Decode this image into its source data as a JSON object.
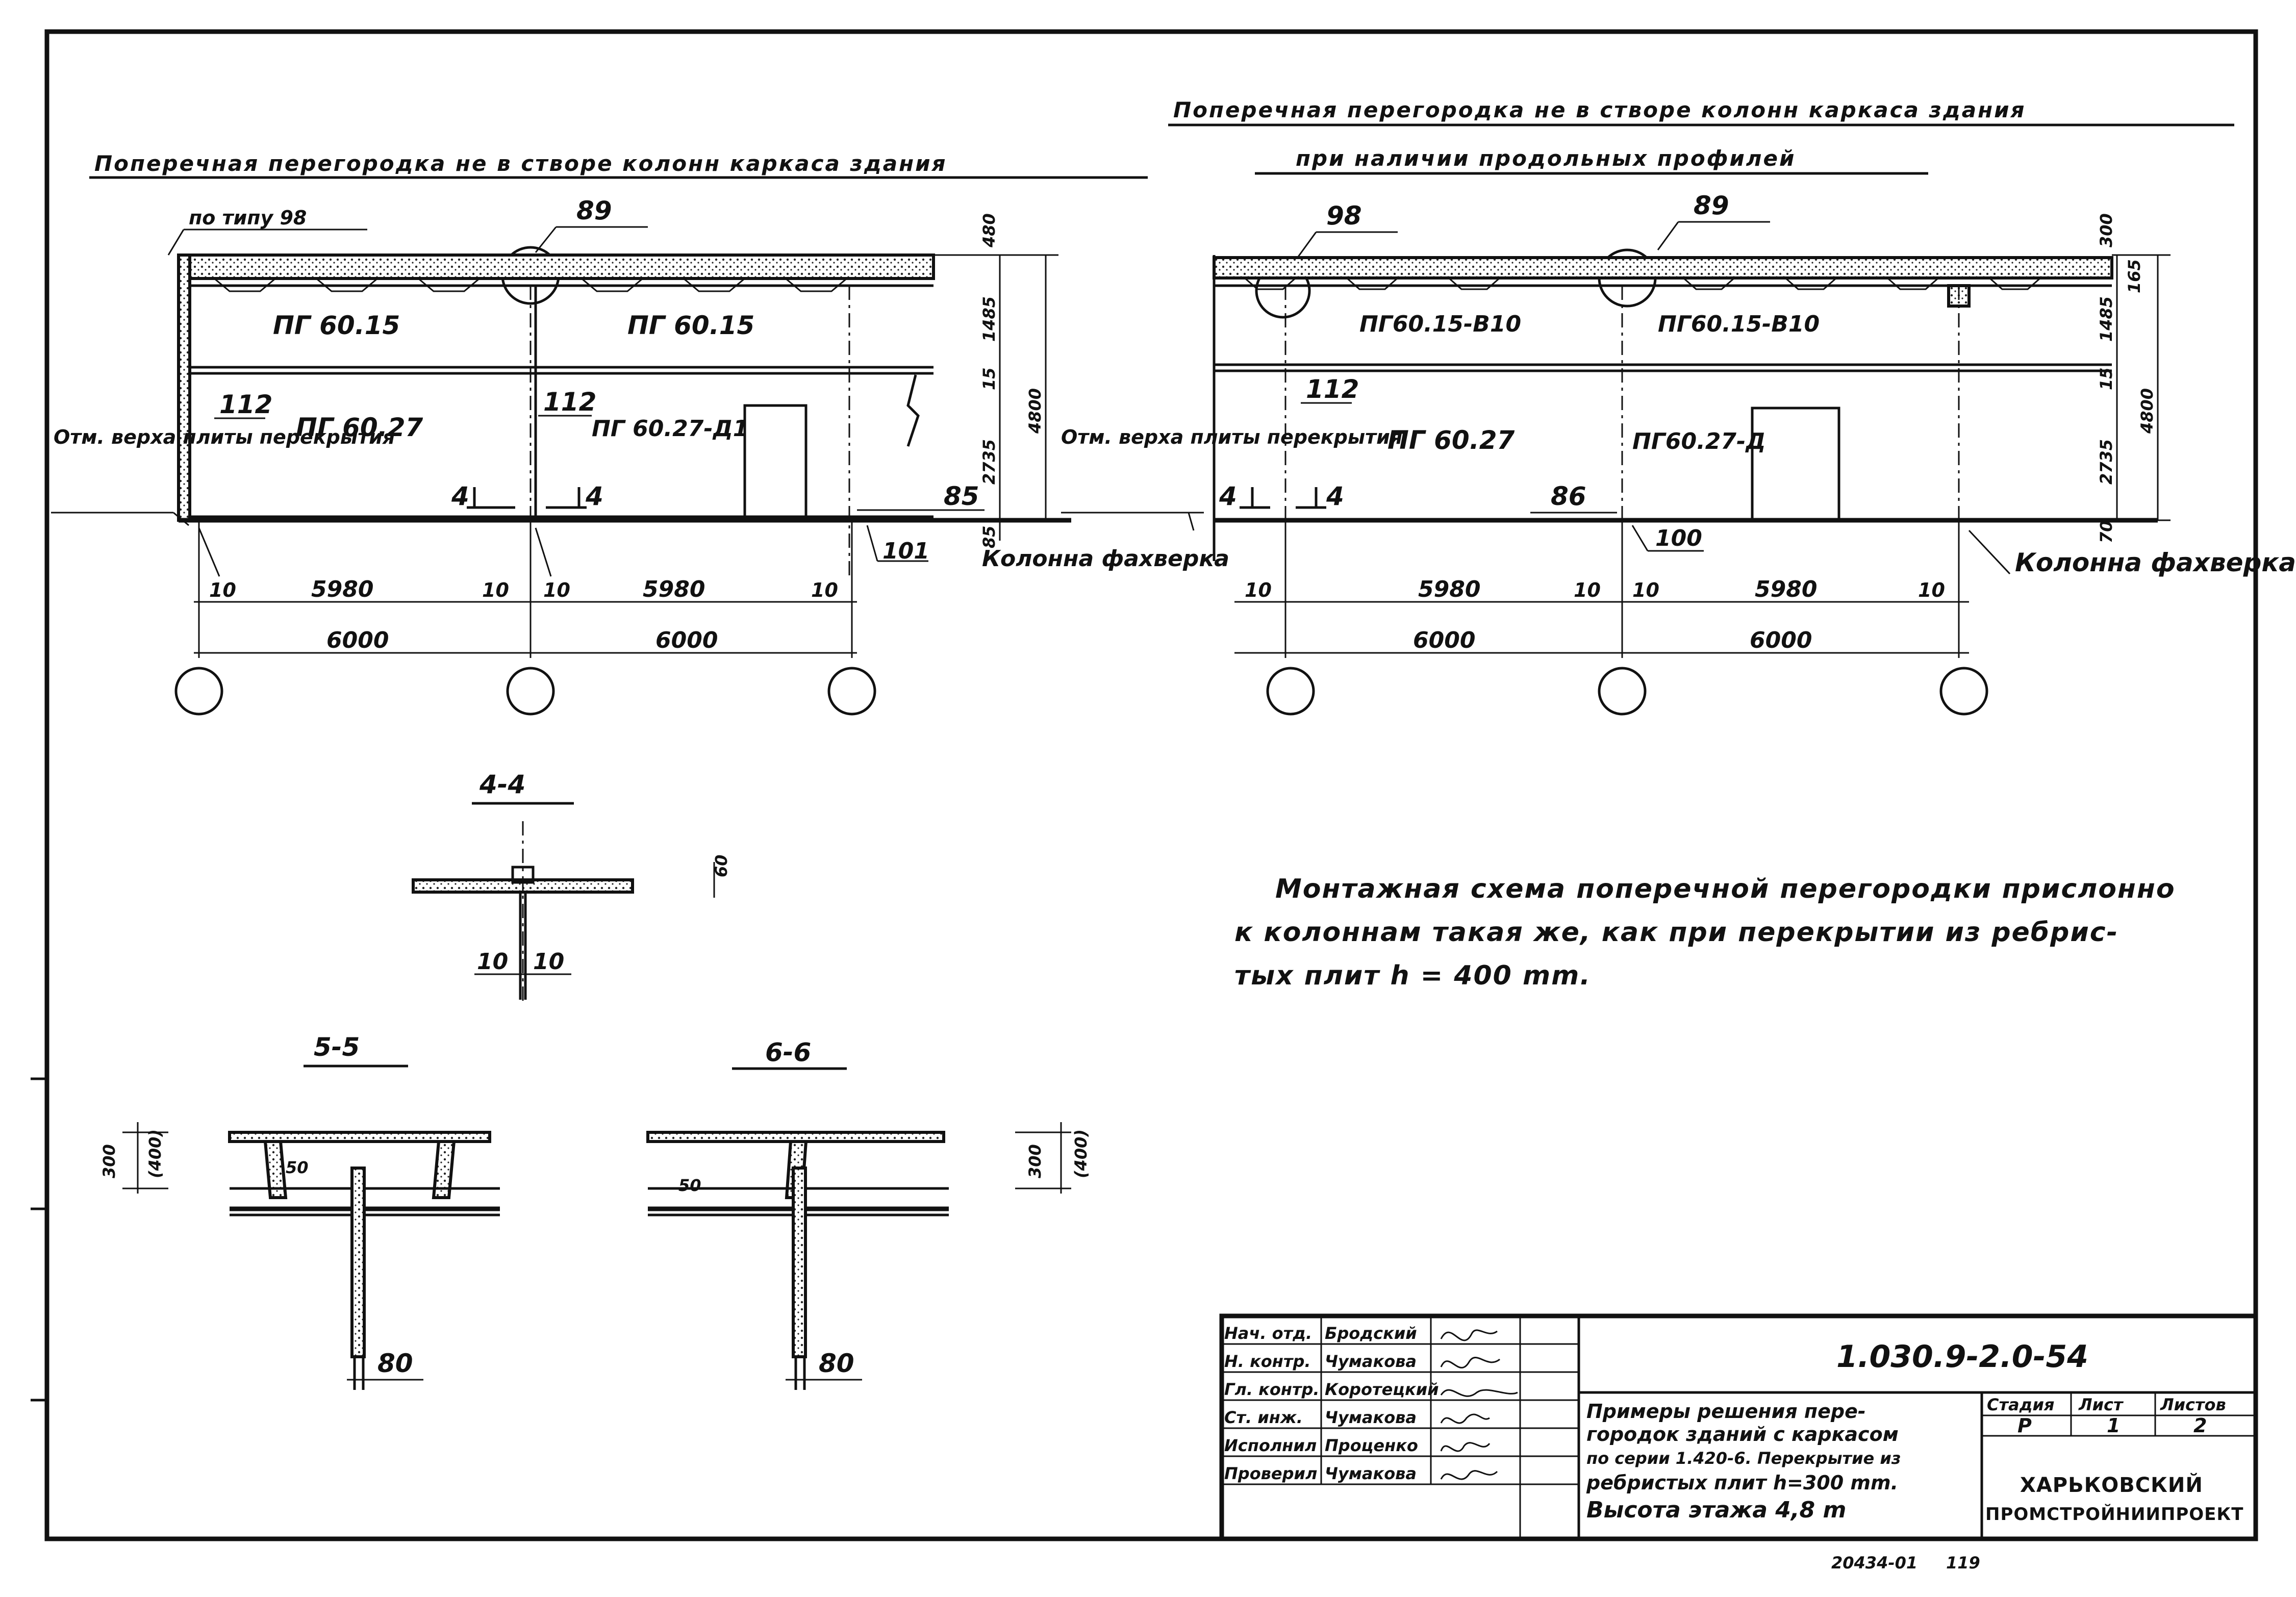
{
  "left_elevation": {
    "title": "Поперечная перегородка не в створе колонн каркаса здания",
    "callout_type": "по типу 98",
    "callout_node": "89",
    "panel_top_1": "ПГ 60.15",
    "panel_top_2": "ПГ 60.15",
    "panel_bottom_1": "ПГ 60.27",
    "panel_bottom_2": "ПГ 60.27-Д1",
    "marker_1": "112",
    "marker_2": "112",
    "level_note": "Отм. верха плиты перекрытия",
    "section_label": "4",
    "dim_85_a": "85",
    "dim_101": "101",
    "column_label": "Колонна фахверка",
    "vdims": [
      "480",
      "1485",
      "15",
      "2735",
      "85"
    ],
    "vdim_total": "4800",
    "hdims_top": [
      "10",
      "5980",
      "10",
      "10",
      "5980",
      "10"
    ],
    "hdims_bottom": [
      "6000",
      "6000"
    ]
  },
  "right_elevation": {
    "title_line1": "Поперечная перегородка не в створе колонн каркаса здания",
    "title_line2": "при наличии продольных профилей",
    "callout_node_a": "98",
    "callout_node_b": "89",
    "panel_top_1": "ПГ60.15-В10",
    "panel_top_2": "ПГ60.15-В10",
    "panel_bottom_1": "ПГ 60.27",
    "panel_bottom_2": "ПГ60.27-Д",
    "marker_1": "112",
    "level_note": "Отм. верха плиты перекрытия",
    "section_label": "4",
    "dim_86": "86",
    "dim_100": "100",
    "column_label": "Колонна фахверка",
    "vdims": [
      "300",
      "165",
      "1485",
      "15",
      "2735",
      "70"
    ],
    "vdim_total": "4800",
    "hdims_top": [
      "10",
      "5980",
      "10",
      "10",
      "5980",
      "10"
    ],
    "hdims_bottom": [
      "6000",
      "6000"
    ]
  },
  "section_4_4": {
    "title": "4-4",
    "dim_side": "60",
    "dim_left": "10",
    "dim_right": "10"
  },
  "section_5_5": {
    "title": "5-5",
    "dim_height": "300",
    "dim_height_alt": "(400)",
    "dim_stem": "80",
    "dim_mark": "50"
  },
  "section_6_6": {
    "title": "6-6",
    "dim_height": "300",
    "dim_height_alt": "(400)",
    "dim_stem": "80",
    "dim_mark": "50"
  },
  "note": {
    "line1": "Монтажная схема поперечной перегородки прислонно",
    "line2": "к колоннам такая же, как при перекрытии из ребрис-",
    "line3": "тых плит  h = 400 mm."
  },
  "title_block": {
    "roles": [
      "Нач. отд.",
      "Н. контр.",
      "Гл. контр.",
      "Ст. инж.",
      "Исполнил",
      "Проверил"
    ],
    "names": [
      "Бродский",
      "Чумакова",
      "Коротецкий",
      "Чумакова",
      "Проценко",
      "Чумакова"
    ],
    "doc_code": "1.030.9-2.0-54",
    "description": [
      "Примеры решения пере-",
      "городок зданий с каркасом",
      "по серии 1.420-6. Перекрытие из",
      "ребристых плит h=300 mm.",
      "Высота этажа 4,8 m"
    ],
    "stage_label": "Стадия",
    "sheet_label": "Лист",
    "sheets_label": "Листов",
    "stage_value": "Р",
    "sheet_value": "1",
    "sheets_value": "2",
    "org_line1": "ХАРЬКОВСКИЙ",
    "org_line2": "ПРОМСТРОЙНИИПРОЕКТ"
  },
  "footer": {
    "inventory": "20434-01",
    "page": "119"
  }
}
